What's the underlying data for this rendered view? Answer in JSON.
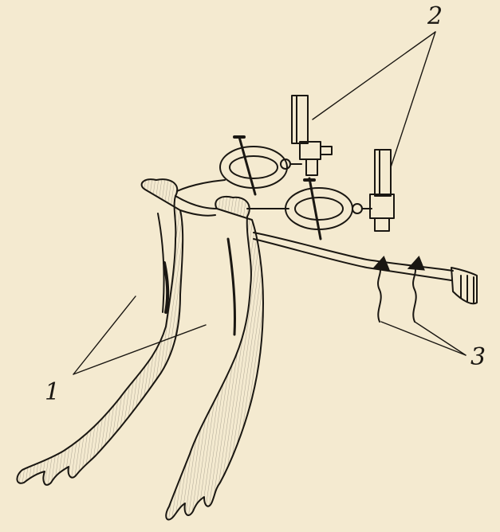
{
  "figure": {
    "labels": [
      {
        "id": "1",
        "text": "1"
      },
      {
        "id": "2",
        "text": "2"
      },
      {
        "id": "3",
        "text": "3"
      }
    ],
    "colors": {
      "paper": "#f4ead0",
      "ink": "#1a1712"
    }
  }
}
